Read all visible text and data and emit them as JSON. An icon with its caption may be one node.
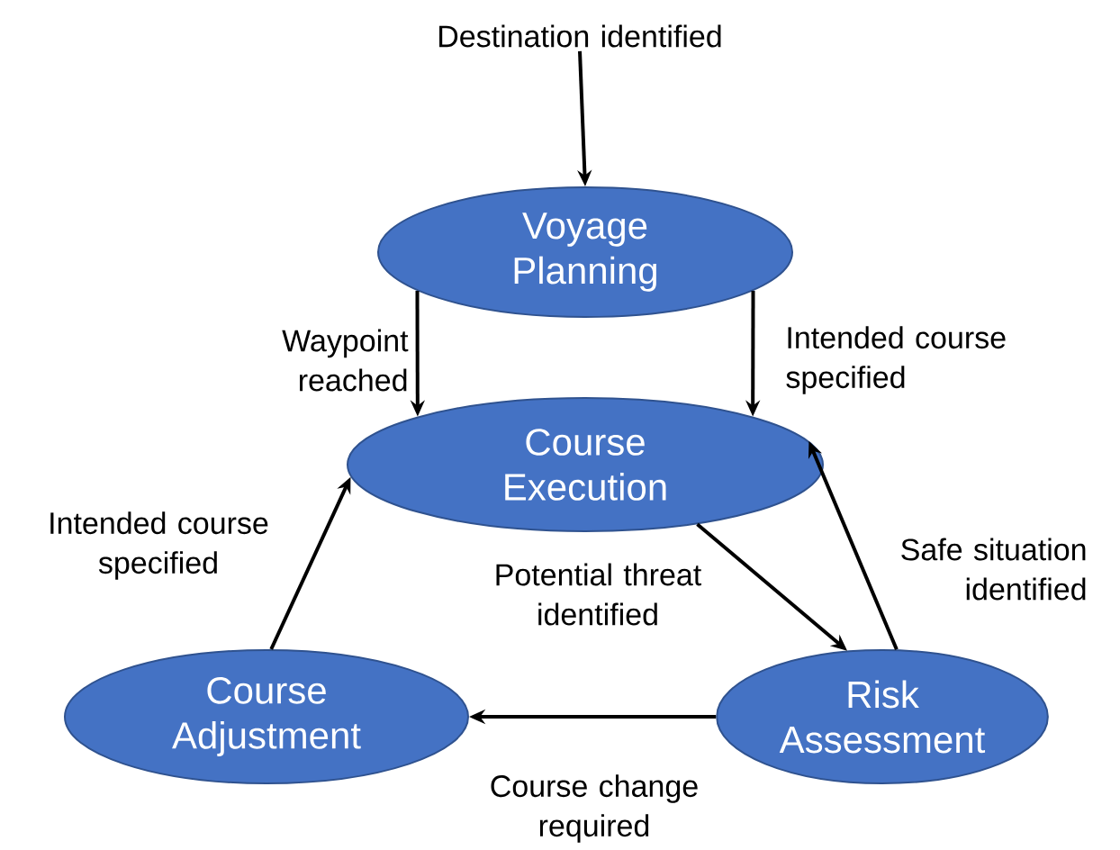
{
  "diagram": {
    "nodes": [
      {
        "text": [
          "Destination identified"
        ]
      },
      {
        "text": [
          "Voyage Planning"
        ]
      },
      {
        "text": [
          "Course Execution"
        ]
      },
      {
        "text": [
          "Course Adjustment"
        ]
      },
      {
        "text": [
          "Risk Assessment"
        ]
      }
    ],
    "edges": [
      {
        "from": 0,
        "to": 1,
        "arrow": "to"
      },
      {
        "from": 1,
        "to": 2,
        "arrow": "to",
        "label": "Waypoint reached"
      },
      {
        "from": 1,
        "to": 2,
        "arrow": "to",
        "label": "Intended course specified"
      },
      {
        "from": 2,
        "to": 4,
        "arrow": "to",
        "label": "Potential threat identified"
      },
      {
        "from": 4,
        "to": 2,
        "arrow": "to",
        "label": "Safe situation identified"
      },
      {
        "from": 4,
        "to": 3,
        "arrow": "to",
        "label": "Course change required"
      },
      {
        "from": 3,
        "to": 2,
        "arrow": "to",
        "label": "Intended course specified"
      }
    ]
  }
}
